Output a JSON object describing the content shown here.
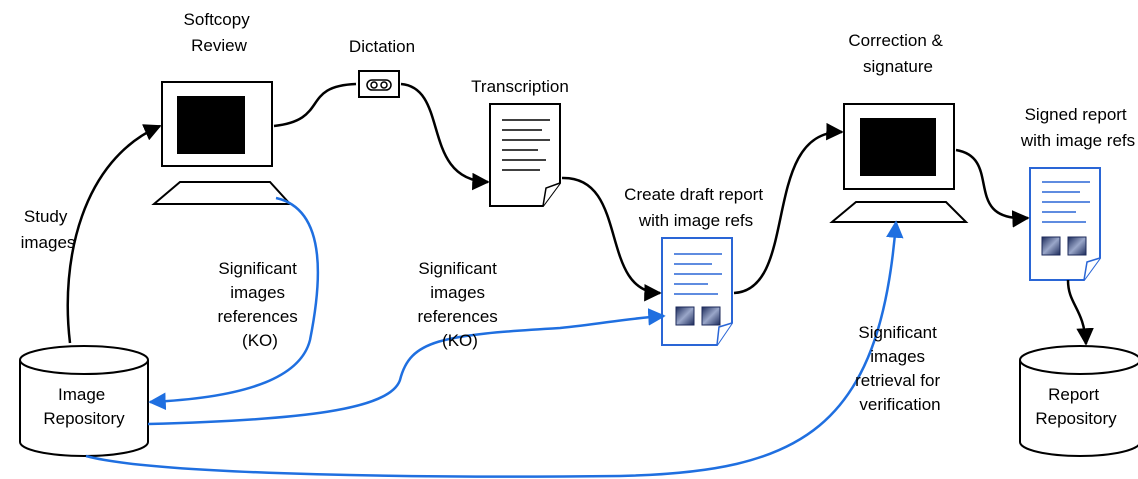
{
  "labels": {
    "softcopy_review": [
      "Softcopy",
      "Review"
    ],
    "dictation": "Dictation",
    "transcription": "Transcription",
    "correction_signature": [
      "Correction &",
      "signature"
    ],
    "signed_report": [
      "Signed report",
      "with image refs"
    ],
    "create_draft": [
      "Create draft report",
      "with image refs"
    ],
    "study_images": [
      "Study",
      "images"
    ],
    "sig_refs_left": [
      "Significant",
      "images",
      "references",
      "(KO)"
    ],
    "sig_refs_mid": [
      "Significant",
      "images",
      "references",
      "(KO)"
    ],
    "sig_retrieval": [
      "Significant",
      "images",
      "retrieval for",
      "verification"
    ],
    "image_repository": [
      "Image",
      "Repository"
    ],
    "report_repository": [
      "Report",
      "Repository"
    ]
  },
  "colors": {
    "black_flow": "#000000",
    "blue_flow": "#1f6fe0",
    "document_blue": "#2a66d6"
  }
}
